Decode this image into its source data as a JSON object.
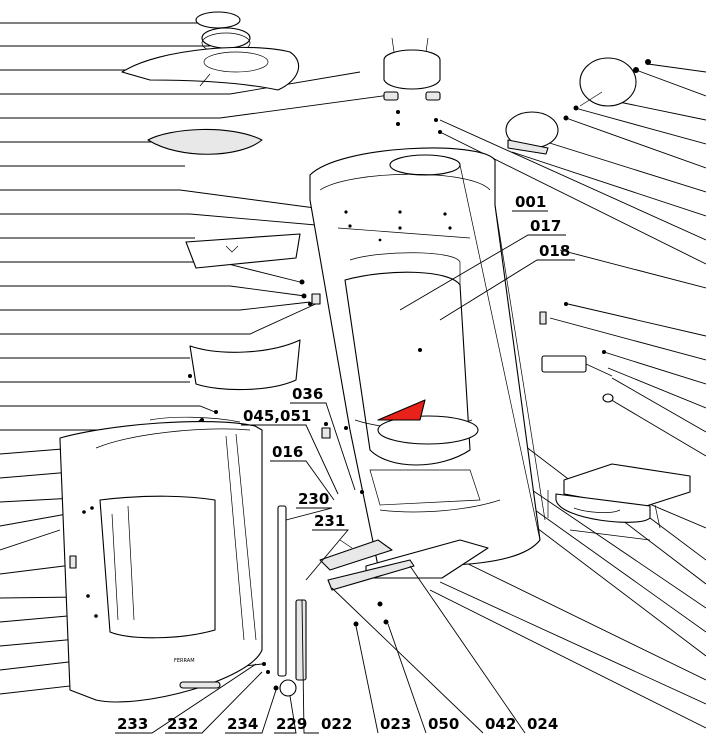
{
  "accent_color": "#e8221a",
  "labels": {
    "l001": "001",
    "l017": "017",
    "l018": "018",
    "l036": "036",
    "l045": "045,051",
    "l016": "016",
    "l230": "230",
    "l231": "231",
    "l233": "233",
    "l232": "232",
    "l234": "234",
    "l229": "229",
    "l022": "022",
    "l023": "023",
    "l050": "050",
    "l042": "042",
    "l024": "024"
  },
  "door_badge": "FERRAM"
}
